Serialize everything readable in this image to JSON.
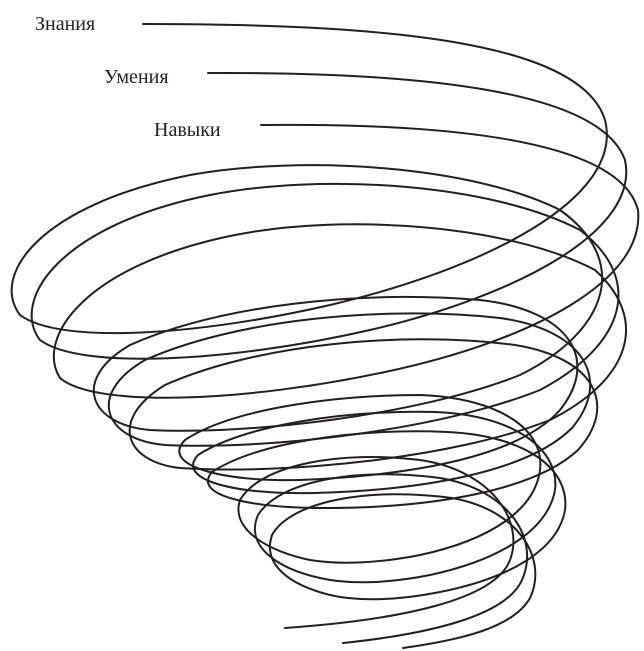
{
  "labels": {
    "knowledge": "Знания",
    "abilities": "Умения",
    "skills": "Навыки"
  },
  "colors": {
    "line": "#231f20",
    "background": "#ffffff"
  }
}
